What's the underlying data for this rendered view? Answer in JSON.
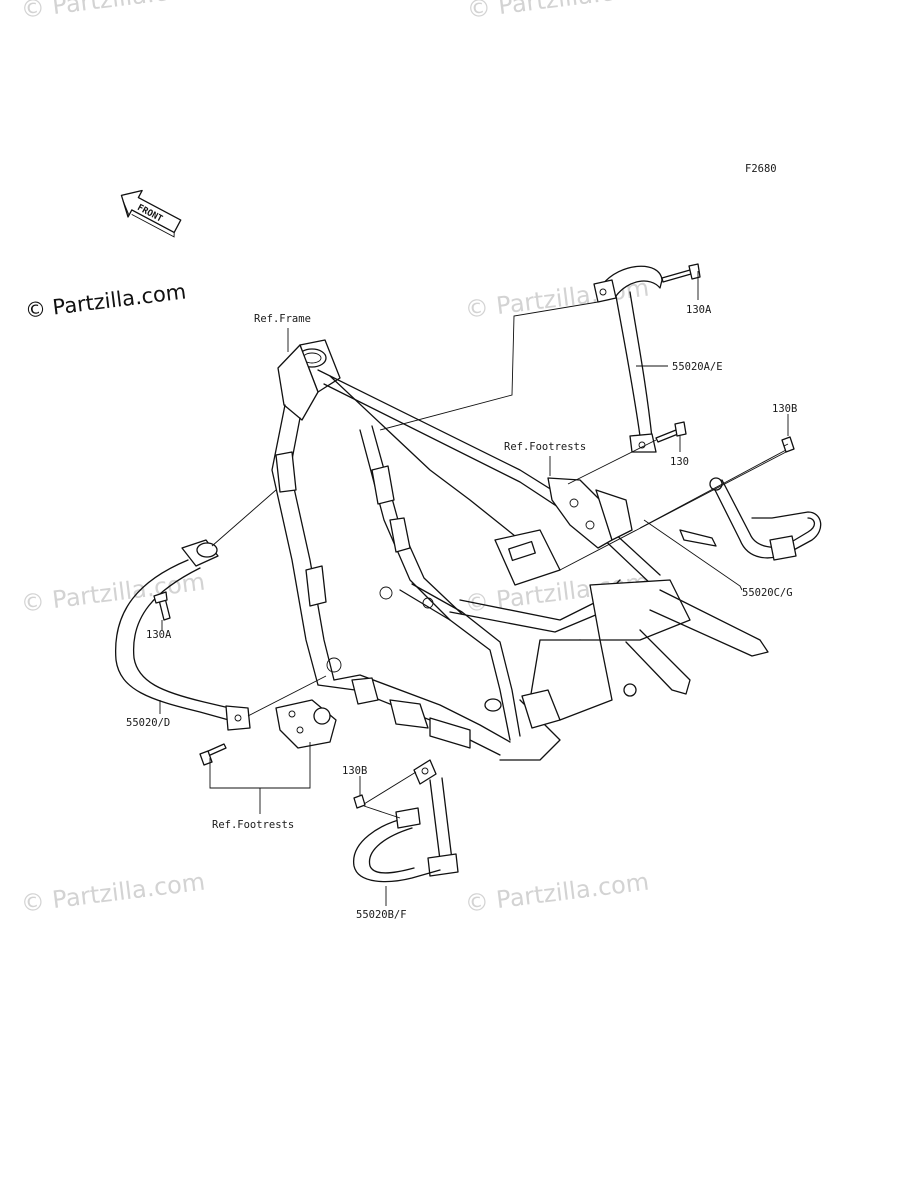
{
  "diagram": {
    "code": "F2680",
    "front_arrow": "FRONT",
    "copyright": "© Partzilla.com",
    "watermark": "© Partzilla.com",
    "labels": {
      "ref_frame": "Ref.Frame",
      "ref_footrests_right": "Ref.Footrests",
      "ref_footrests_left": "Ref.Footrests",
      "part_130a_top": "130A",
      "part_130a_left": "130A",
      "part_130": "130",
      "part_130b_right": "130B",
      "part_130b_bottom": "130B",
      "part_55020ae": "55020A/E",
      "part_55020cg": "55020C/G",
      "part_55020d": "55020/D",
      "part_55020bf": "55020B/F"
    }
  }
}
